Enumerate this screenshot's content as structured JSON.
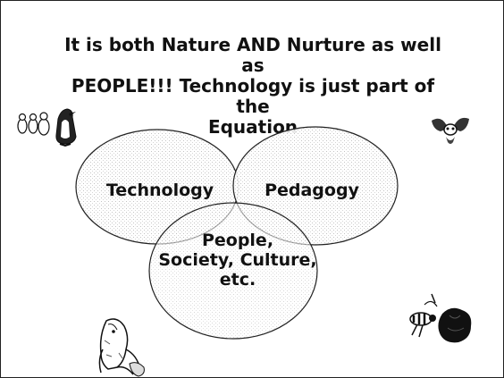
{
  "title": {
    "lines": [
      "It is both Nature AND Nurture as well as",
      "PEOPLE!!! Technology is just part of the",
      "Equation"
    ]
  },
  "venn": {
    "sets": [
      {
        "label": "Technology"
      },
      {
        "label": "Pedagogy"
      },
      {
        "label_lines": [
          "People,",
          "Society, Culture,",
          "etc."
        ]
      }
    ]
  },
  "clipart": [
    {
      "icon": "penguins-icon"
    },
    {
      "icon": "flying-creature-icon"
    },
    {
      "icon": "aardvark-icon"
    },
    {
      "icon": "bee-icon"
    }
  ]
}
